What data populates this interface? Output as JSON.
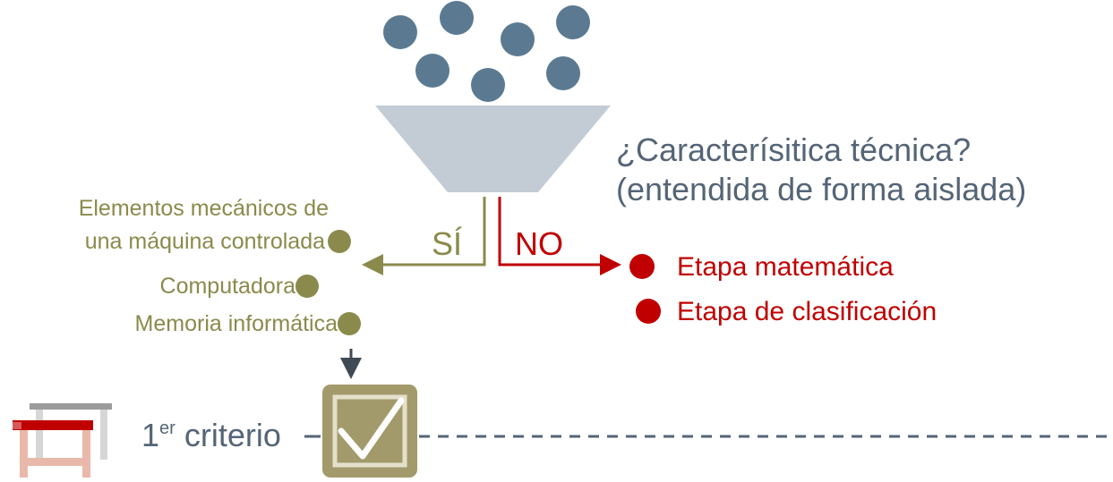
{
  "question": {
    "line1": "¿Caracterísitica técnica?",
    "line2": "(entendida de forma aislada)"
  },
  "branches": {
    "yes": "SÍ",
    "no": "NO"
  },
  "technical_items": [
    "Elementos mecánicos de",
    "una máquina controlada",
    "Computadora",
    "Memoria informática"
  ],
  "non_technical_items": [
    "Etapa matemática",
    "Etapa de clasificación"
  ],
  "criterion": {
    "number": "1",
    "superscript": "er",
    "label": "criterio"
  },
  "colors": {
    "dots": "#5b7a92",
    "funnel": "#c3ccd5",
    "olive": "#8a8a4c",
    "red": "#c00000",
    "slate": "#556576",
    "checkbox": "#a39a6c"
  },
  "icons": [
    "hurdle-icon",
    "checkbox-checked-icon",
    "funnel-icon"
  ]
}
